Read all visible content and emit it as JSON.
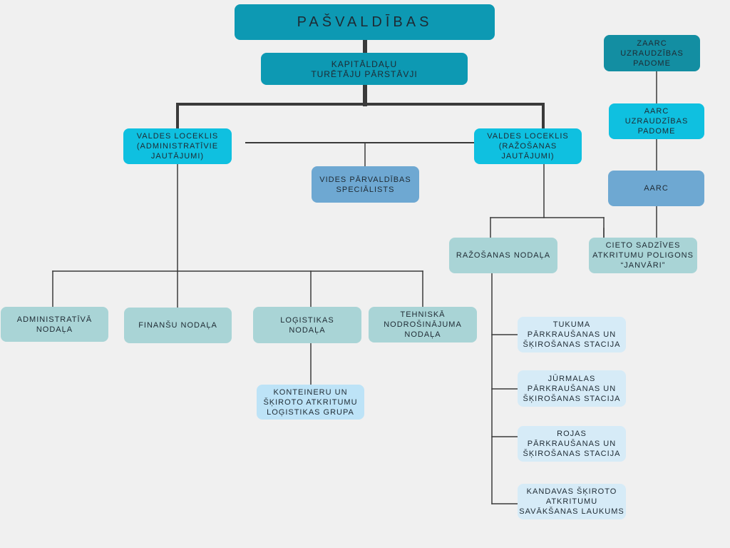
{
  "nodes": {
    "pasvaldibas": "PAŠVALDĪBAS",
    "kapitaldalu": "KAPITĀLDAĻU\nTURĒTĀJU PĀRSTĀVJI",
    "valdes_adm": "VALDES LOCEKLIS\n(ADMINISTRATĪVIE\nJAUTĀJUMI)",
    "valdes_raz": "VALDES LOCEKLIS\n(RAŽOŠANAS\nJAUTĀJUMI)",
    "vides": "VIDES PĀRVALDĪBAS\nSPECIĀLISTS",
    "zaarc": "ZAARC\nUZRAUDZĪBAS\nPADOME",
    "aarc_padome": "AARC\nUZRAUDZĪBAS\nPADOME",
    "aarc": "AARC",
    "razosanas": "RAŽOŠANAS NODAĻA",
    "cieto": "CIETO SADZĪVES\nATKRITUMU  POLIGONS\n“JANVĀRI”",
    "administrativa": "ADMINISTRATĪVĀ\nNODAĻA",
    "finansu": "FINANŠU NODAĻA",
    "logistikas": "LOĢISTIKAS\nNODAĻA",
    "tehniska": "TEHNISKĀ\nNODROŠINĀJUMA\nNODAĻA",
    "konteineru": "KONTEINERU UN\nŠĶIROTO ATKRITUMU\nLOĢISTIKAS GRUPA",
    "tukuma": "TUKUMA\nPĀRKRAUŠANAS UN\nŠĶIROŠANAS STACIJA",
    "jurmalas": "JŪRMALAS\nPĀRKRAUŠANAS UN\nŠĶIROŠANAS STACIJA",
    "rojas": "ROJAS\nPĀRKRAUŠANAS UN\nŠĶIROŠANAS  STACIJA",
    "kandavas": "KANDAVAS ŠĶIROTO\nATKRITUMU\nSAVĀKŠANAS LAUKUMS"
  },
  "colors": {
    "background": "#f0f0f0",
    "dark_teal": "#0d99b3",
    "teal": "#138ea2",
    "cyan": "#0fc0e0",
    "steel_blue": "#6ea8d2",
    "mint": "#a9d4d6",
    "sky": "#bde3f7",
    "pale_blue": "#d6ebf7",
    "connector": "#3a3a3a"
  }
}
